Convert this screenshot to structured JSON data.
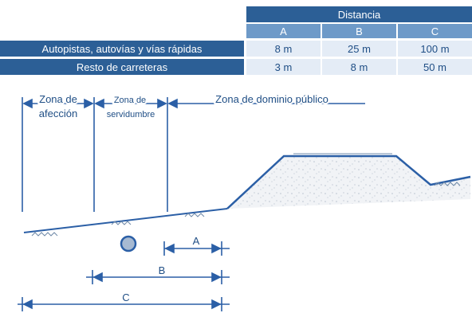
{
  "table": {
    "header_group": "Distancia",
    "columns": [
      "A",
      "B",
      "C"
    ],
    "rows": [
      {
        "label": "Autopistas, autovías y vías rápidas",
        "values": [
          "8 m",
          "25 m",
          "100 m"
        ]
      },
      {
        "label": "Resto de carreteras",
        "values": [
          "3 m",
          "8 m",
          "50 m"
        ]
      }
    ]
  },
  "diagram": {
    "zona_afeccion": "Zona de\nafección",
    "zona_servidumbre": "Zona de\nservidumbre",
    "zona_dominio": "Zona de dominio público",
    "dim_a": "A",
    "dim_b": "B",
    "dim_c": "C"
  },
  "colors": {
    "header_dark": "#2c5f96",
    "header_light": "#6e9ac8",
    "value_bg": "#e4ecf6",
    "line_blue": "#2b5fa6"
  }
}
